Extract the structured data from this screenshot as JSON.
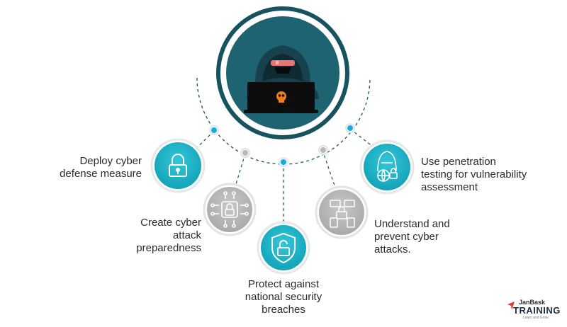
{
  "items": [
    {
      "label": "Deploy cyber\ndefense measure",
      "icon": "lock-icon",
      "color": "#1cb3c8"
    },
    {
      "label": "Create cyber\nattack\npreparedness",
      "icon": "circuit-lock-icon",
      "color": "#b8b8b8"
    },
    {
      "label": "Protect against\nnational security\nbreaches",
      "icon": "shield-unlock-icon",
      "color": "#1cb3c8"
    },
    {
      "label": "Understand and\nprevent cyber\nattacks.",
      "icon": "devices-lock-icon",
      "color": "#b8b8b8"
    },
    {
      "label": "Use penetration\ntesting for vulnerability\nassessment",
      "icon": "hacker-globe-icon",
      "color": "#1cb3c8"
    }
  ],
  "center": {
    "icon": "hacker-laptop-icon",
    "ring_color": "#17535f",
    "inner_color": "#1e6372"
  },
  "logo": {
    "line1": "JanBask",
    "line2": "TRAINING",
    "line3": "Learn and Grow"
  }
}
